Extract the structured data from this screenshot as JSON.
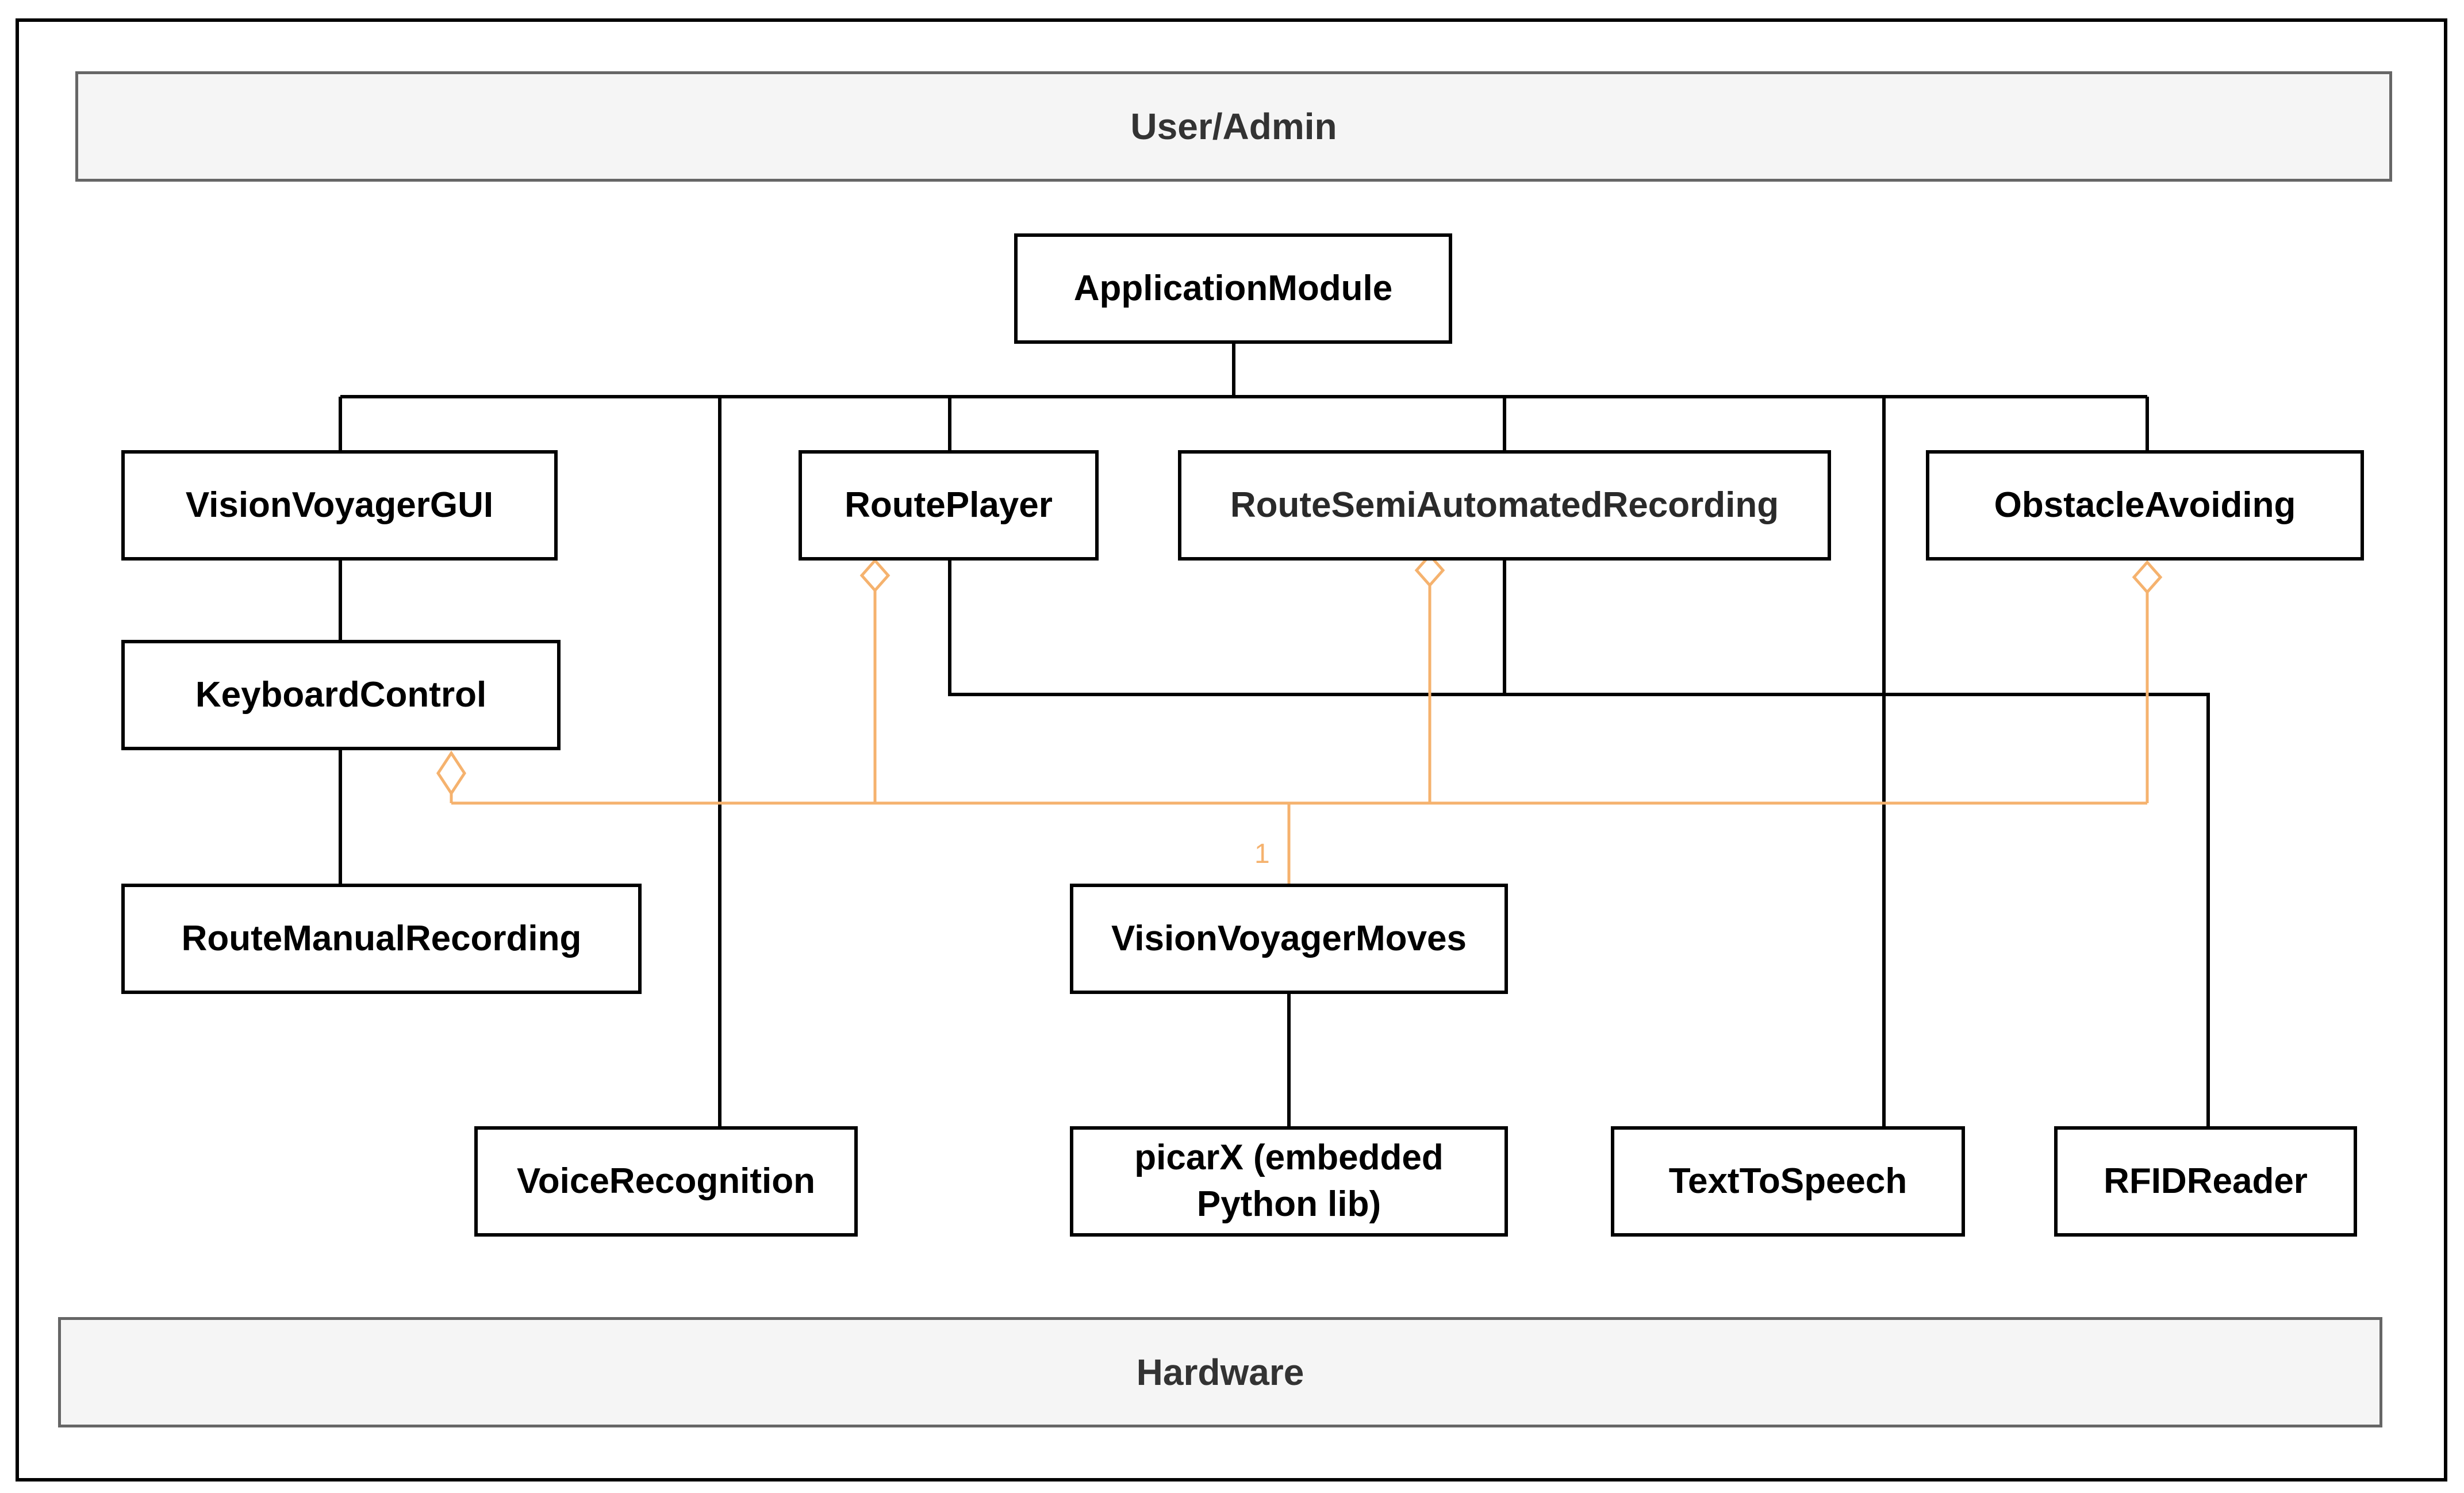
{
  "layers": {
    "top": "User/Admin",
    "bottom": "Hardware"
  },
  "modules": {
    "application_module": "ApplicationModule",
    "vision_voyager_gui": "VisionVoyagerGUI",
    "route_player": "RoutePlayer",
    "route_semi_automated_recording": "RouteSemiAutomatedRecording",
    "obstacle_avoiding": "ObstacleAvoiding",
    "keyboard_control": "KeyboardControl",
    "route_manual_recording": "RouteManualRecording",
    "vision_voyager_moves": "VisionVoyagerMoves",
    "voice_recognition": "VoiceRecognition",
    "picarx_line1": "picarX (embedded",
    "picarx_line2": "Python lib)",
    "text_to_speech": "TextToSpeech",
    "rfid_reader": "RFIDReader"
  },
  "aggregation": {
    "multiplicity": "1",
    "color": "#f5b26e"
  },
  "colors": {
    "line": "#000000",
    "layer_fill": "#f5f5f5",
    "layer_border": "#666666"
  }
}
